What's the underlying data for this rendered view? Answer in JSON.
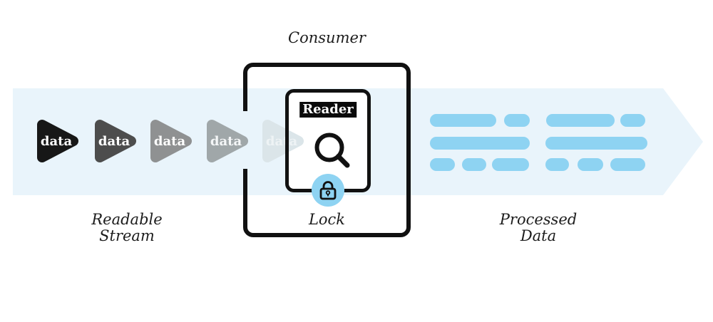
{
  "diagram": {
    "labels": {
      "consumer": "Consumer",
      "lock": "Lock",
      "reader": "Reader",
      "readable_stream": "Readable\nStream",
      "processed_data": "Processed\nData"
    },
    "stream_items": [
      {
        "label": "data",
        "fill": "#171717",
        "text_fill": "#ffffff"
      },
      {
        "label": "data",
        "fill": "#4d4d4d",
        "text_fill": "#ffffff"
      },
      {
        "label": "data",
        "fill": "#8f9192",
        "text_fill": "#fdfdfd"
      },
      {
        "label": "data",
        "fill": "#a0a7a9",
        "text_fill": "#f4f6f7"
      },
      {
        "label": "data",
        "fill": "#dbe5e9",
        "text_fill": "#eef3f5"
      }
    ],
    "colors": {
      "arrow_background": "#e9f4fb",
      "bar": "#8ed3f2",
      "lock_badge": "#8ed3f2",
      "outline": "#111111"
    },
    "icons": {
      "reader": "magnifying-glass-icon",
      "lock": "padlock-icon"
    }
  }
}
